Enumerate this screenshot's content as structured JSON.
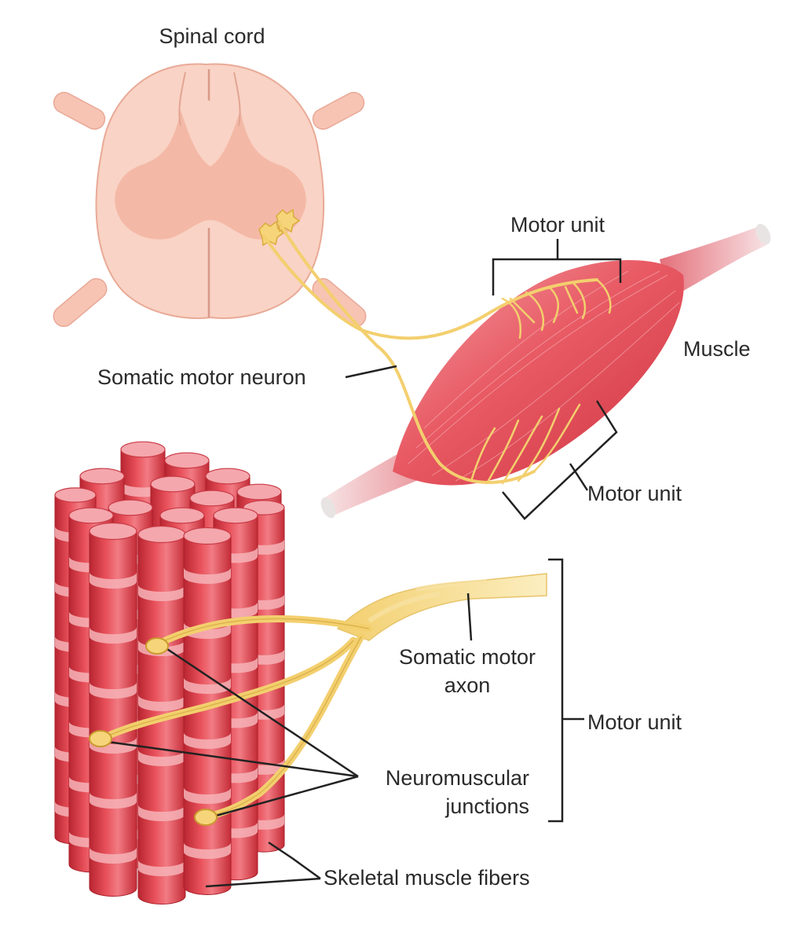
{
  "labels": {
    "spinal_cord": "Spinal cord",
    "motor_unit_top": "Motor unit",
    "muscle": "Muscle",
    "somatic_motor_neuron": "Somatic motor neuron",
    "motor_unit_middle": "Motor unit",
    "somatic_motor_axon": "Somatic motor axon",
    "motor_unit_bottom": "Motor unit",
    "neuromuscular_junctions": "Neuromuscular junctions",
    "skeletal_muscle_fibers": "Skeletal muscle fibers"
  },
  "colors": {
    "spinal_cord_white_matter": "#f9d3c5",
    "spinal_cord_gray_matter": "#f3b4a0",
    "nerve_root": "#f7c4b4",
    "muscle_belly": "#e04a55",
    "tendon": "#f2d7d9",
    "fiber_red": "#d7343f",
    "fiber_light": "#f6b3b7",
    "nerve_yellow": "#f6d57a",
    "nerve_outline": "#e0b84c",
    "leader_line": "#222222"
  }
}
